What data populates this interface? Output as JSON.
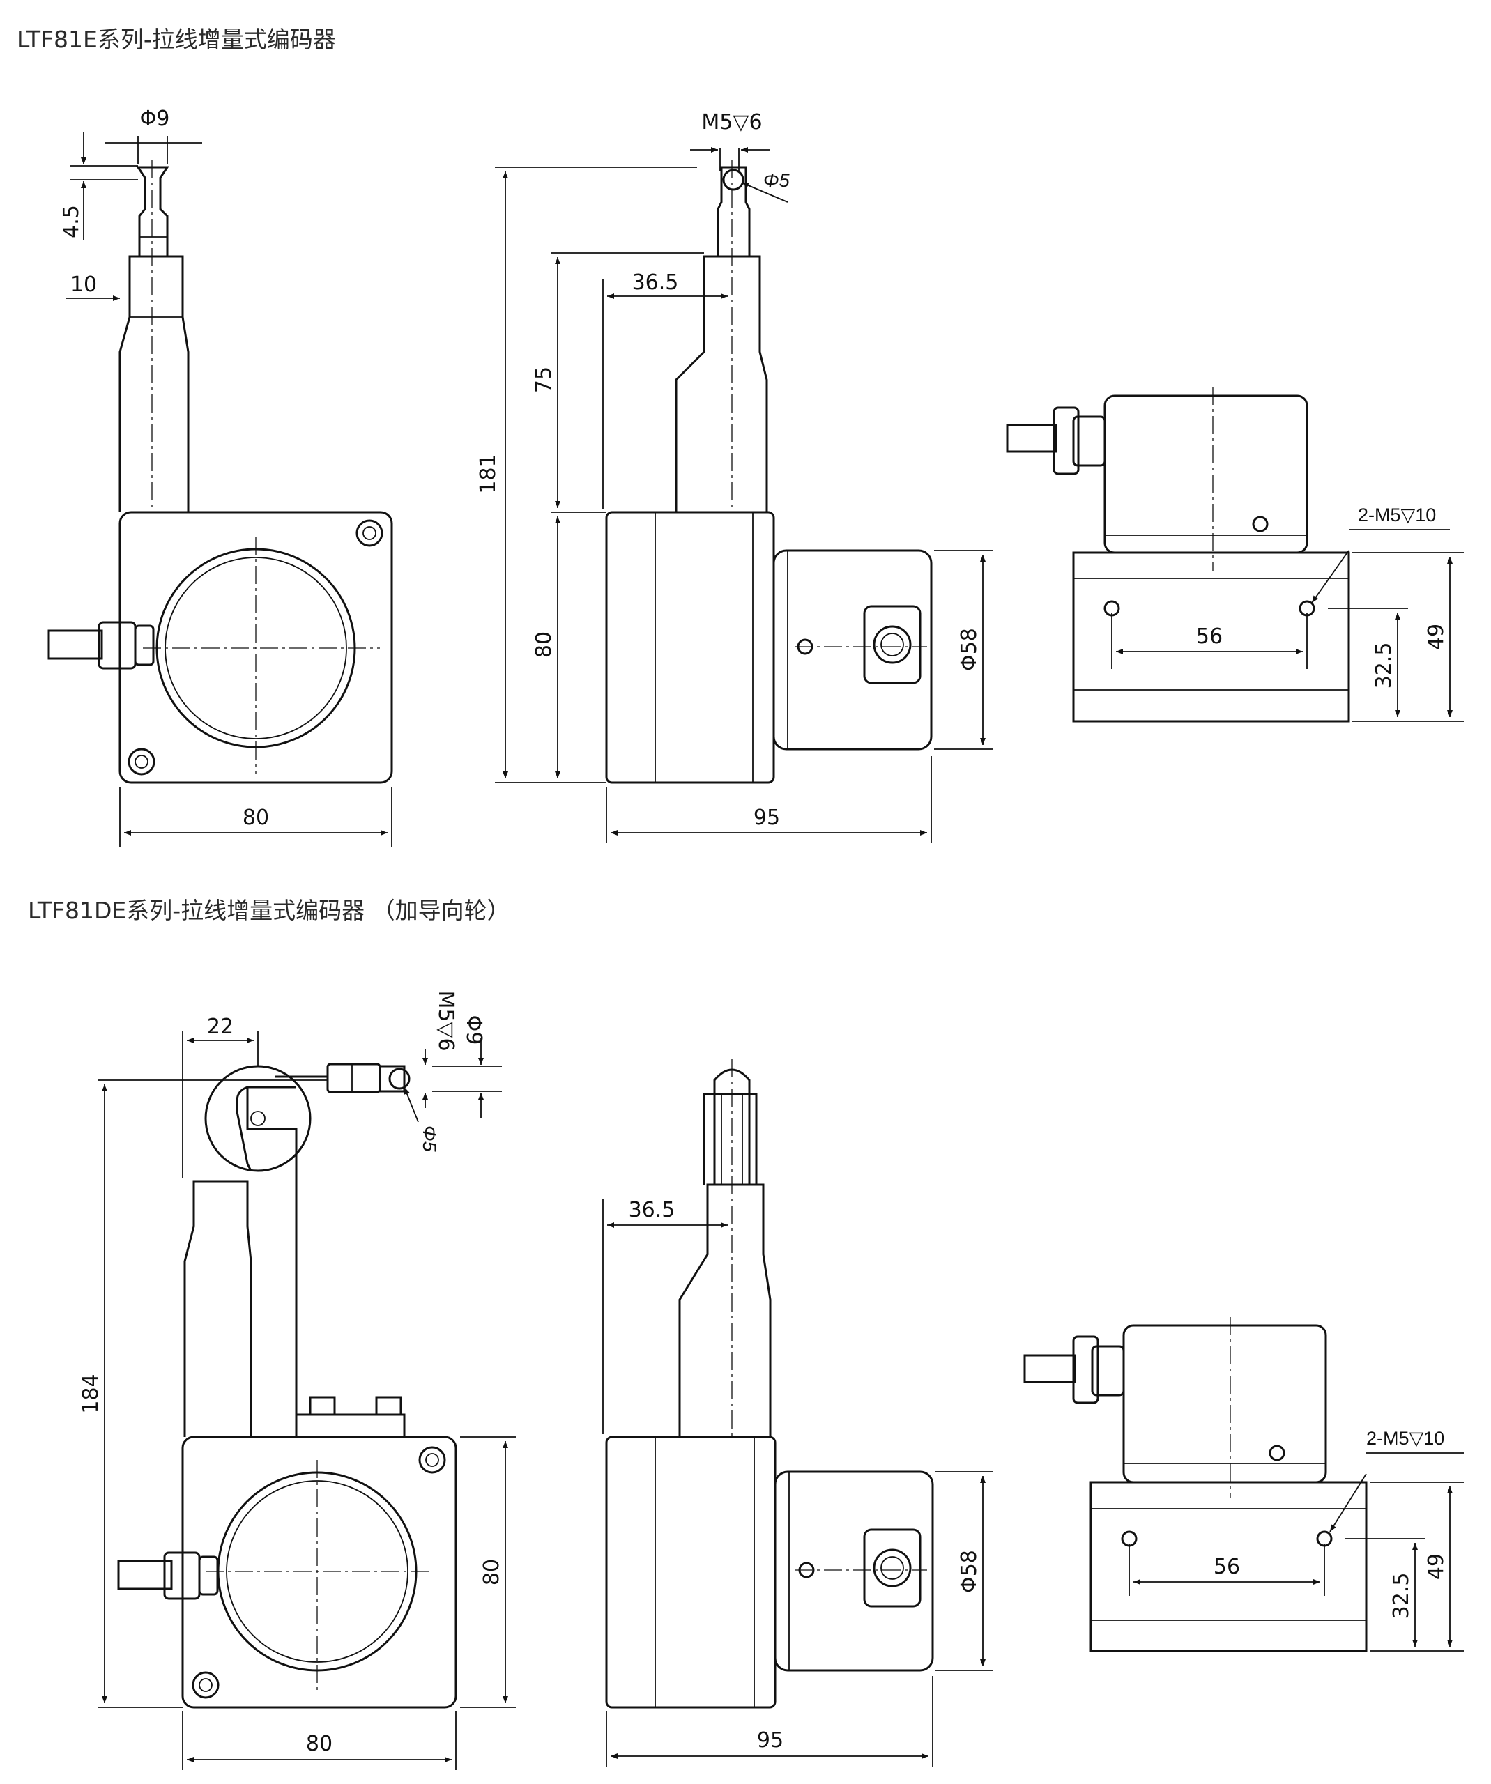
{
  "section1": {
    "title": "LTF81E系列-拉线增量式编码器",
    "front": {
      "width": "80",
      "tip_diameter": "Φ9",
      "tip_length": "4.5",
      "neck_offset": "10"
    },
    "side": {
      "thread": "M5▽6",
      "hole_diameter": "Φ5",
      "total_height": "181",
      "cable_length": "75",
      "body_height": "80",
      "offset": "36.5",
      "depth": "95",
      "encoder_diameter": "Φ58"
    },
    "top": {
      "mount_holes": "2-M5▽10",
      "hole_spacing": "56",
      "hole_height": "32.5",
      "body_height": "49"
    }
  },
  "section2": {
    "title": "LTF81DE系列-拉线增量式编码器 （加导向轮）",
    "front": {
      "pulley_offset": "22",
      "thread": "M5▽6",
      "tip_diameter": "Φ9",
      "hole_diameter": "Φ5",
      "total_height": "184",
      "body_height": "80",
      "width": "80"
    },
    "side": {
      "offset": "36.5",
      "encoder_diameter": "Φ58",
      "depth": "95"
    },
    "top": {
      "mount_holes": "2-M5▽10",
      "hole_spacing": "56",
      "hole_height": "32.5",
      "body_height": "49"
    }
  }
}
